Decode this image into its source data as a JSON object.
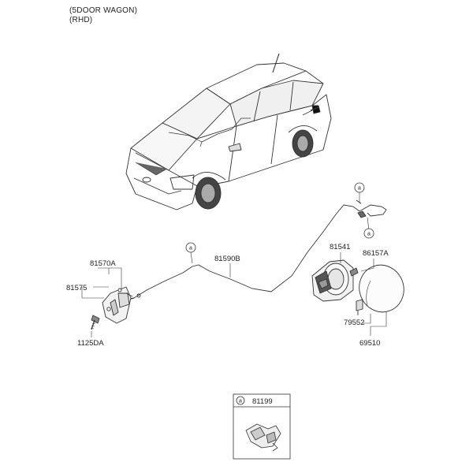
{
  "header": {
    "line1": "(5DOOR WAGON)",
    "line2": "(RHD)"
  },
  "callout_letter": "a",
  "parts": {
    "bracket_assy": "81570A",
    "bracket": "81575",
    "bolt": "1125DA",
    "cable": "81590B",
    "filler_housing": "81541",
    "screw": "86157A",
    "bumper": "79552",
    "fuel_door": "69510",
    "clip": "81199"
  }
}
